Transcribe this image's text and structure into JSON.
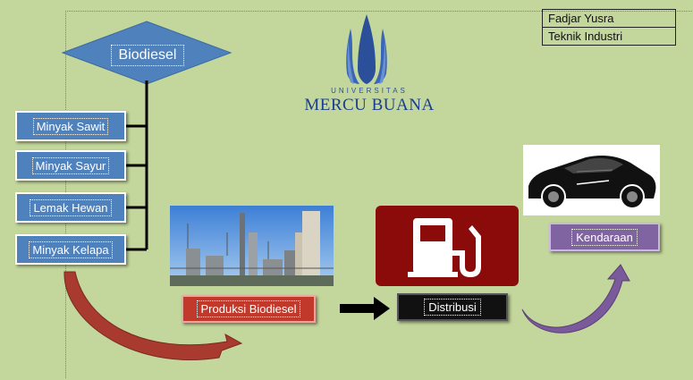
{
  "author": {
    "name": "Fadjar Yusra",
    "department": "Teknik Industri"
  },
  "logo": {
    "top_text": "UNIVERSITAS",
    "name": "MERCU BUANA"
  },
  "diagram": {
    "root": "Biodiesel",
    "ingredients": [
      {
        "label": "Minyak Sawit"
      },
      {
        "label": "Minyak Sayur"
      },
      {
        "label": "Lemak Hewan"
      },
      {
        "label": "Minyak Kelapa"
      }
    ],
    "steps": {
      "production": "Produksi Biodiesel",
      "distribution": "Distribusi",
      "vehicle": "Kendaraan"
    }
  },
  "colors": {
    "background": "#c3d69b",
    "diamond": "#4f81bd",
    "ingredient_box": "#4f81bd",
    "production": "#c0392b",
    "distribution": "#111111",
    "vehicle": "#8064a2",
    "fuel_icon_bg": "#8b0a0a",
    "curved_arrow_red": "#a83a30",
    "curved_arrow_purple": "#7a5a9a"
  },
  "icons": {
    "logo": "university-logo-icon",
    "factory": "factory-plant-icon",
    "fuel": "fuel-pump-icon",
    "car": "sports-car-icon"
  }
}
